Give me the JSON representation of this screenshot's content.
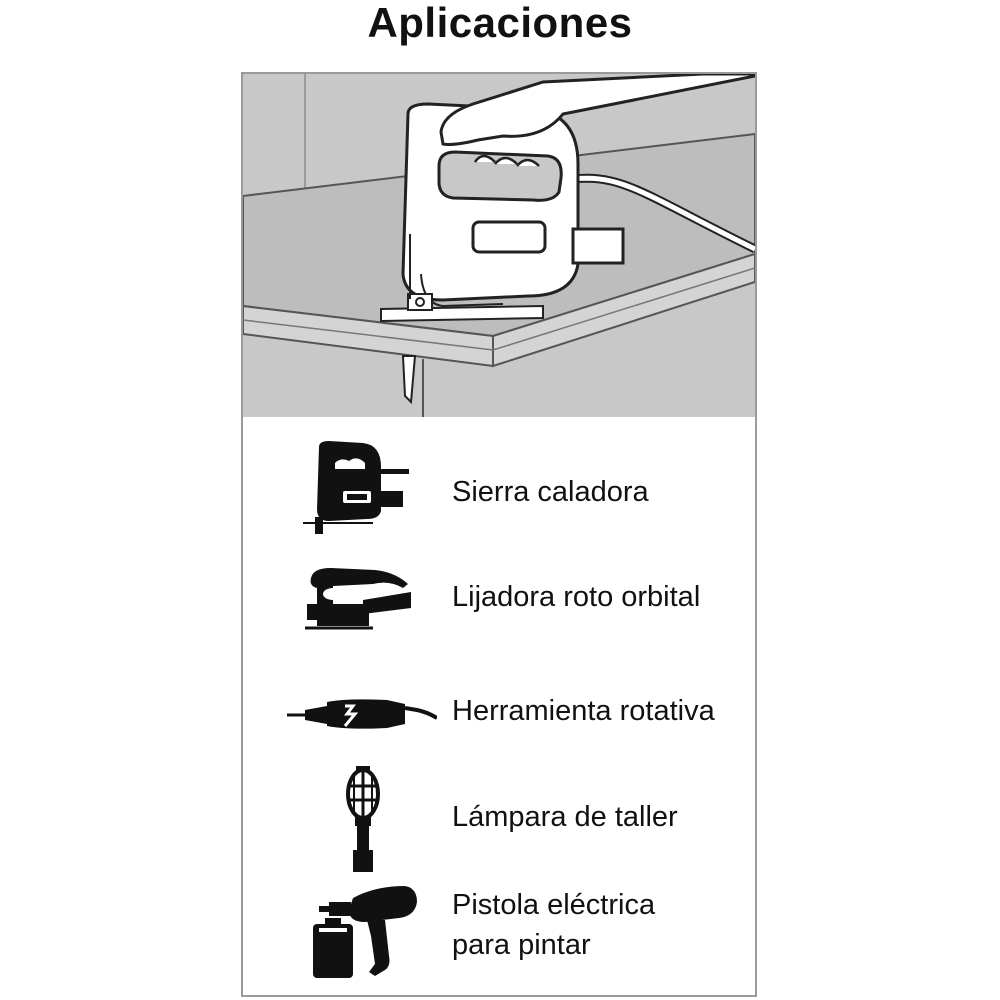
{
  "title": "Aplicaciones",
  "applications": [
    {
      "label": "Sierra caladora",
      "icon": "jigsaw-icon"
    },
    {
      "label": "Lijadora roto orbital",
      "icon": "orbital-sander-icon"
    },
    {
      "label": "Herramienta rotativa",
      "icon": "rotary-tool-icon"
    },
    {
      "label": "Lámpara de taller",
      "icon": "work-lamp-icon"
    },
    {
      "label_line1": "Pistola eléctrica",
      "label_line2": "para pintar",
      "icon": "spray-gun-icon"
    }
  ],
  "colors": {
    "background": "#ffffff",
    "illustration_gray": "#c8c8c8",
    "border": "#9a9a9a",
    "ink": "#111111"
  }
}
